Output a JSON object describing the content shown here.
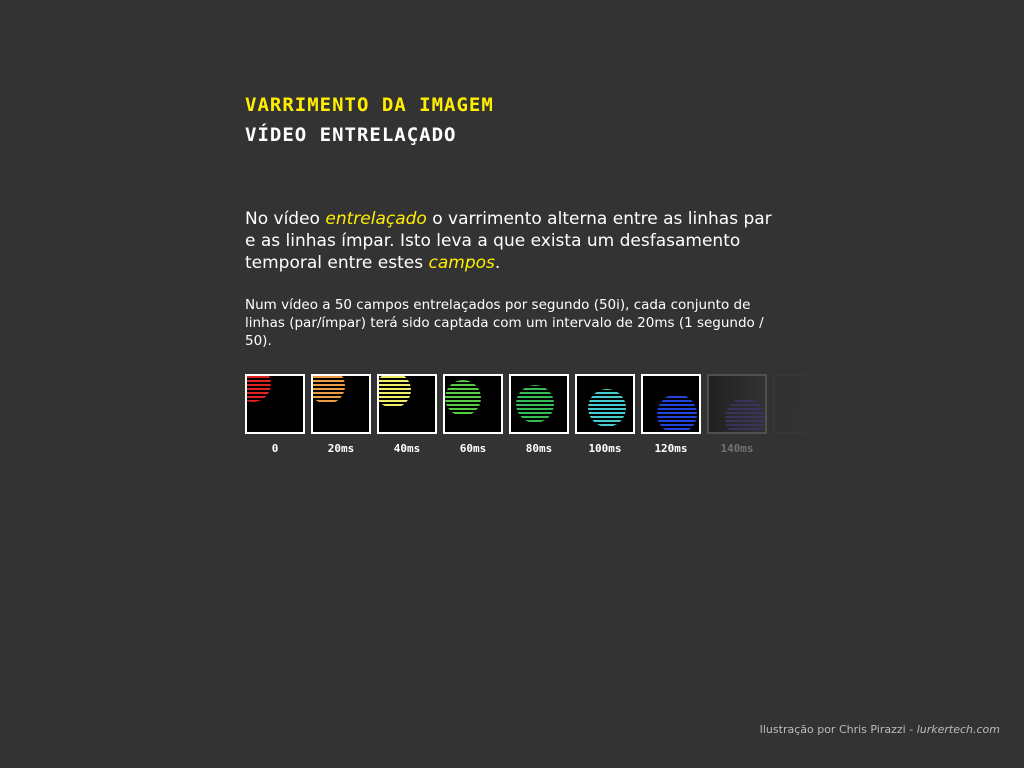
{
  "heading": {
    "line1": "VARRIMENTO DA IMAGEM",
    "line2": "VÍDEO ENTRELAÇADO"
  },
  "paragraph1": {
    "part1": "No vídeo ",
    "highlight1": "entrelaçado",
    "part2": " o varrimento alterna entre as linhas par e as linhas ímpar. Isto leva a que exista um desfasamento temporal entre estes ",
    "highlight2": "campos",
    "part3": "."
  },
  "paragraph2": "Num vídeo a 50 campos entrelaçados por segundo (50i), cada conjunto de linhas (par/ímpar) terá sido captada com um intervalo de 20ms (1 segundo / 50).",
  "frames": [
    {
      "label": "0",
      "color": "#dd2222"
    },
    {
      "label": "20ms",
      "color": "#ee9944"
    },
    {
      "label": "40ms",
      "color": "#eeee66"
    },
    {
      "label": "60ms",
      "color": "#55cc44"
    },
    {
      "label": "80ms",
      "color": "#33bb55"
    },
    {
      "label": "100ms",
      "color": "#44cccc"
    },
    {
      "label": "120ms",
      "color": "#2244dd"
    },
    {
      "label": "140ms",
      "color": "#4433aa"
    },
    {
      "label": "",
      "color": "#333333"
    }
  ],
  "credit": {
    "text": "Ilustração por Chris Pirazzi - ",
    "site": "lurkertech.com"
  }
}
